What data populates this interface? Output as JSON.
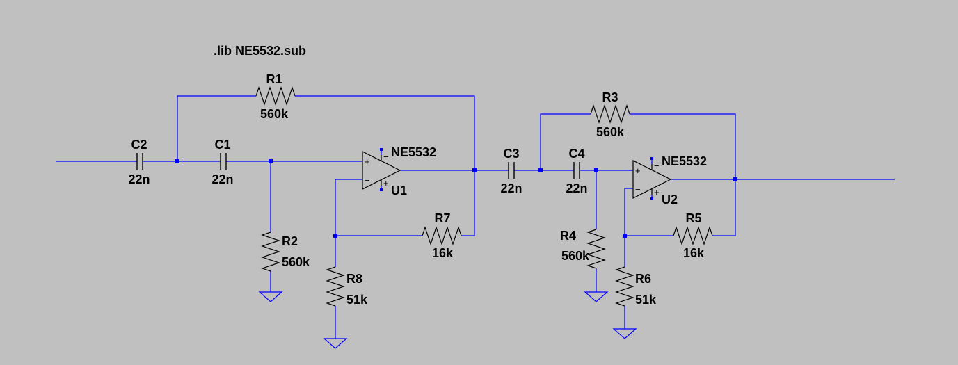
{
  "directive": ".lib NE5532.sub",
  "colors": {
    "background": "#c0c0c0",
    "wire": "#0000ff",
    "component": "#000000",
    "text": "#000000"
  },
  "components": {
    "R1": {
      "name": "R1",
      "value": "560k"
    },
    "R2": {
      "name": "R2",
      "value": "560k"
    },
    "R3": {
      "name": "R3",
      "value": "560k"
    },
    "R4": {
      "name": "R4",
      "value": "560k"
    },
    "R5": {
      "name": "R5",
      "value": "16k"
    },
    "R6": {
      "name": "R6",
      "value": "51k"
    },
    "R7": {
      "name": "R7",
      "value": "16k"
    },
    "R8": {
      "name": "R8",
      "value": "51k"
    },
    "C1": {
      "name": "C1",
      "value": "22n"
    },
    "C2": {
      "name": "C2",
      "value": "22n"
    },
    "C3": {
      "name": "C3",
      "value": "22n"
    },
    "C4": {
      "name": "C4",
      "value": "22n"
    },
    "U1": {
      "name": "U1",
      "model": "NE5532"
    },
    "U2": {
      "name": "U2",
      "model": "NE5532"
    }
  },
  "pin_marks": {
    "plus": "+",
    "minus": "−"
  }
}
